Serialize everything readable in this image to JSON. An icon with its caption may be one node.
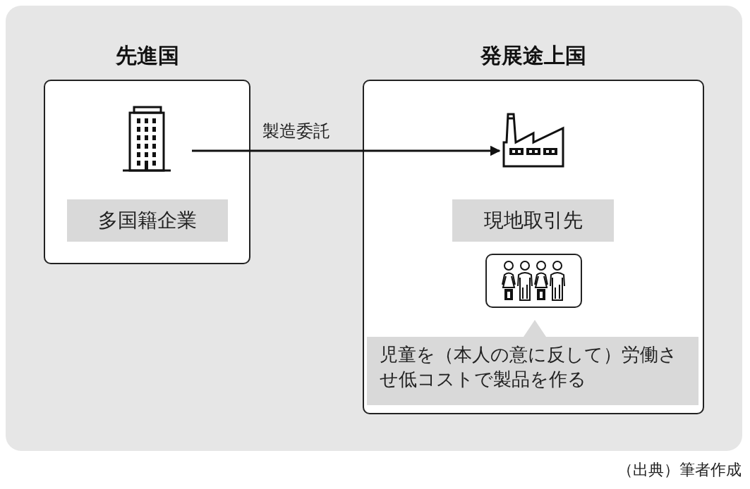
{
  "diagram": {
    "caption": "（出典）筆者作成",
    "nodes": [
      {
        "text": [
          "先進国"
        ]
      },
      {
        "text": [],
        "shape": "building",
        "in": 0
      },
      {
        "text": [
          "多国籍企業"
        ],
        "in": 0
      },
      {
        "text": [
          "発展途上国"
        ]
      },
      {
        "text": [],
        "shape": "factory",
        "in": 3
      },
      {
        "text": [
          "現地取引先"
        ],
        "in": 3
      },
      {
        "text": [],
        "shape": "picture",
        "in": 3
      },
      {
        "text": [
          "児童を（本人の意に反して）労働させ低コストで製品を作る"
        ],
        "in": 3
      }
    ],
    "edges": [
      {
        "from": 1,
        "to": 4,
        "arrow": "to",
        "label": "製造委託"
      }
    ]
  }
}
